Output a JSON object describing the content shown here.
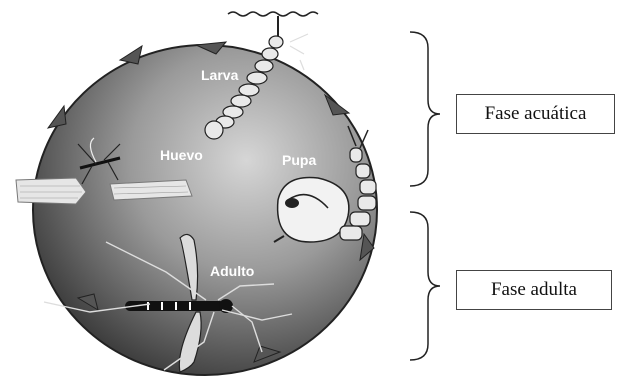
{
  "stages": {
    "larva": "Larva",
    "huevo": "Huevo",
    "pupa": "Pupa",
    "adulto": "Adulto"
  },
  "phases": {
    "aquatic": "Fase acuática",
    "adult": "Fase adulta"
  },
  "colors": {
    "circle_light": "#c9c9c9",
    "circle_dark": "#3a3a3a",
    "arrow": "#5a5a5a",
    "label": "#ffffff"
  },
  "icons": [
    "mosquito-larva-icon",
    "mosquito-pupa-icon",
    "mosquito-eggs-icon",
    "adult-mosquito-icon",
    "cycle-arrow-icon"
  ]
}
